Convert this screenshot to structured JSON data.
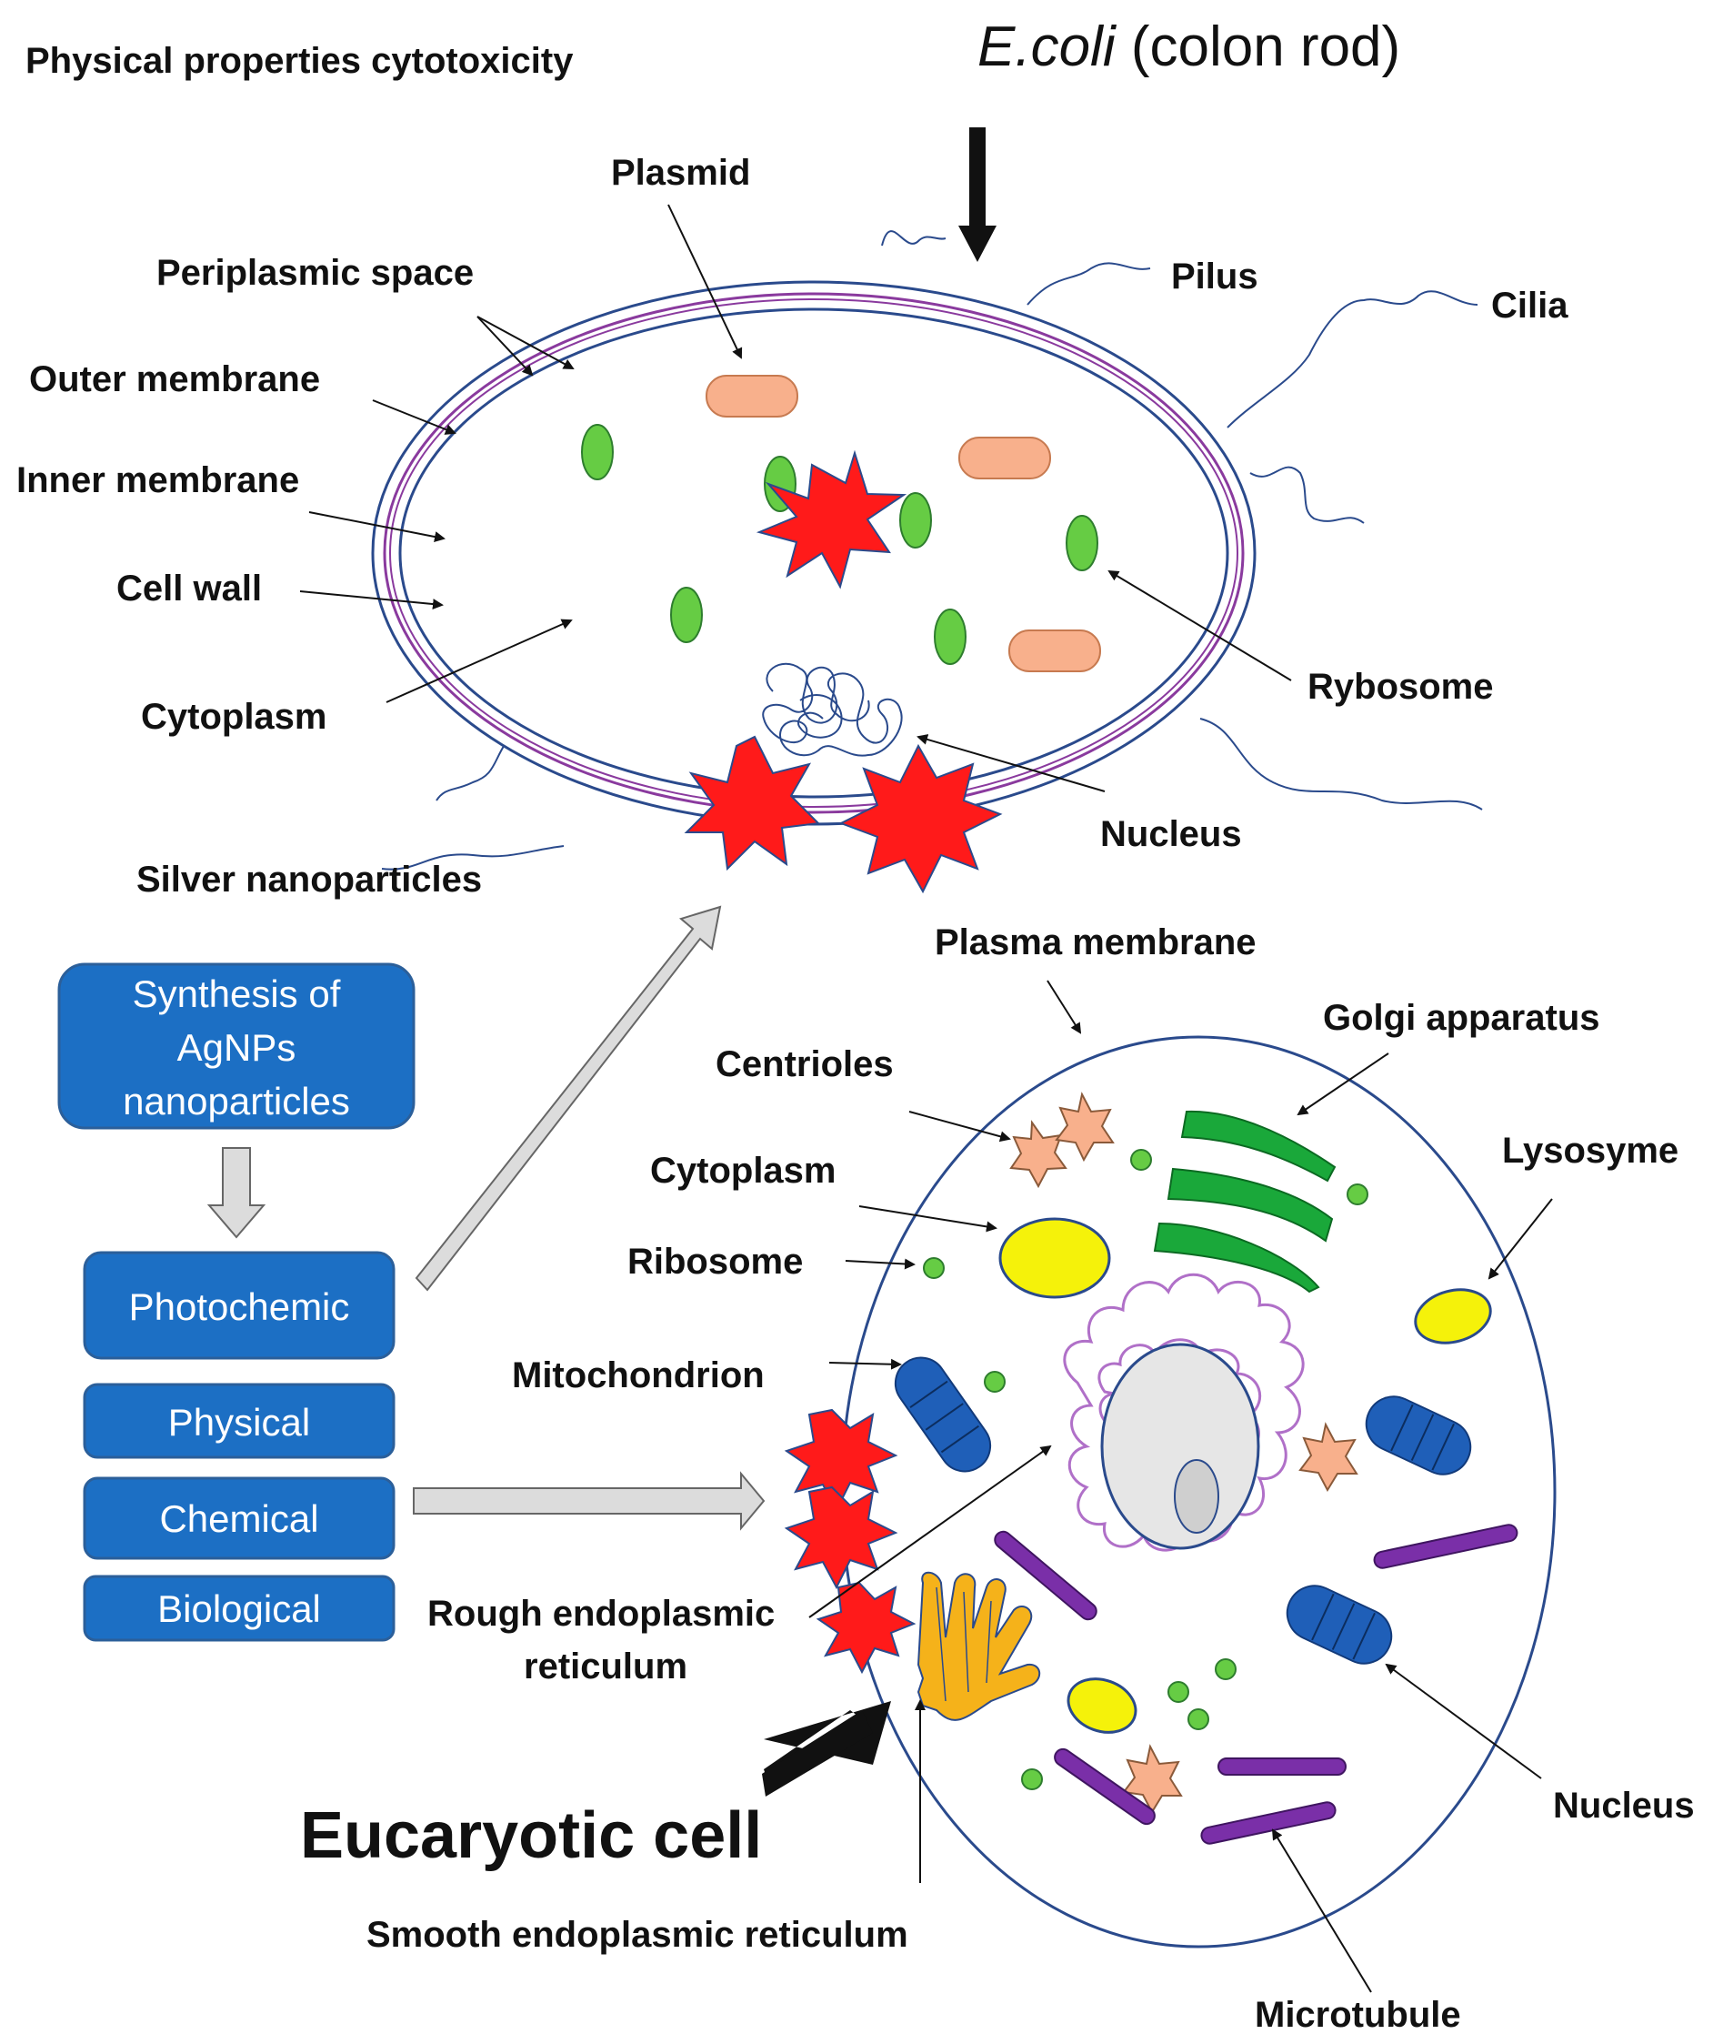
{
  "header": {
    "physical_properties": "Physical properties cytotoxicity",
    "ecoli_italic": "E.coli",
    "ecoli_rest": " (colon rod)"
  },
  "bacterium": {
    "labels": {
      "plasmid": "Plasmid",
      "periplasmic_space": "Periplasmic space",
      "pilus": "Pilus",
      "cilia": "Cilia",
      "outer_membrane": "Outer membrane",
      "inner_membrane": "Inner membrane",
      "cell_wall": "Cell wall",
      "cytoplasm": "Cytoplasm",
      "rybosome": "Rybosome",
      "nucleus": "Nucleus",
      "silver_nanoparticles": "Silver nanoparticles"
    }
  },
  "synthesis": {
    "title_lines": [
      "Synthesis of",
      "AgNPs",
      "nanoparticles"
    ],
    "methods": [
      "Photochemic",
      "Physical",
      "Chemical",
      "Biological"
    ]
  },
  "eukaryote": {
    "title": "Eucaryotic cell",
    "labels": {
      "plasma_membrane": "Plasma membrane",
      "golgi": "Golgi apparatus",
      "centrioles": "Centrioles",
      "lysosyme": "Lysosyme",
      "cytoplasm": "Cytoplasm",
      "ribosome": "Ribosome",
      "mitochondrion": "Mitochondrion",
      "rough_er_line1": "Rough endoplasmic",
      "rough_er_line2": "reticulum",
      "nucleus": "Nucleus",
      "smooth_er": "Smooth endoplasmic reticulum",
      "microtubule": "Microtubule"
    }
  },
  "colors": {
    "box_blue": "#1c6fc4",
    "box_border": "#2b5f9a",
    "nanoparticle_red": "#ff1a1a",
    "ribosome_green": "#66cc44",
    "plasmid_orange": "#f8b08c",
    "golgi_green": "#1aa83a",
    "lysosome_yellow": "#f5f20a",
    "mitochondria_blue": "#1f5fb8",
    "microtubule_purple": "#7a2fa8",
    "er_orange": "#f5b21a",
    "membrane_blue": "#2a4a8c",
    "inner_purple": "#8a3a9e"
  }
}
